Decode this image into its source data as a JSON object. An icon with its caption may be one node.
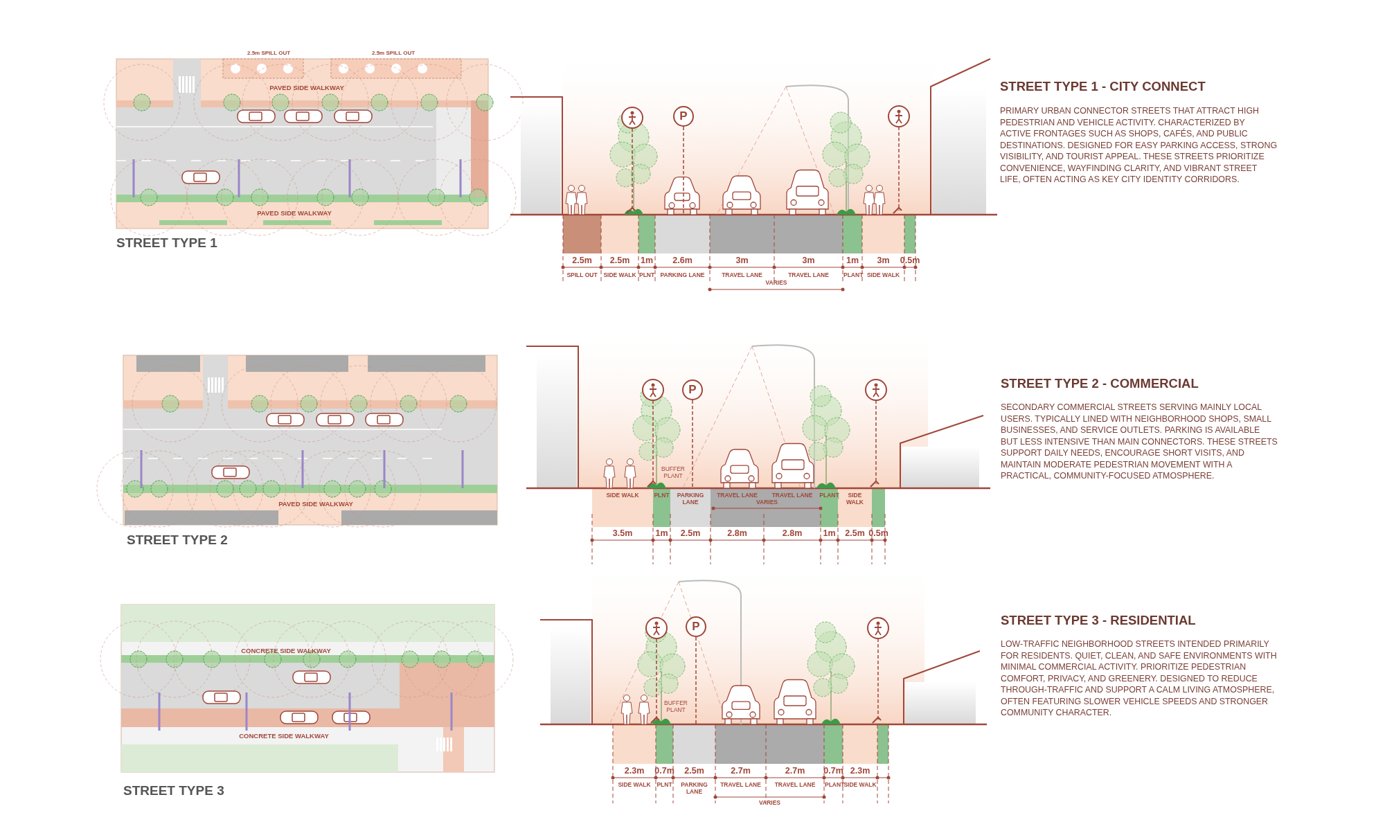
{
  "diagram": {
    "labels": [
      "2.5m SPILL OUT",
      "2.5m SPILL OUT",
      "PAVED SIDE WALKWAY",
      "PAVED SIDE WALKWAY",
      "STREET TYPE 1",
      "P",
      "2.5m",
      "2.5m",
      "1m",
      "2.6m",
      "3m",
      "3m",
      "1m",
      "3m",
      "0.5m",
      "SPILL OUT",
      "SIDE WALK",
      "PLNT",
      "PARKING LANE",
      "TRAVEL LANE",
      "TRAVEL LANE",
      "PLANT",
      "SIDE WALK",
      "VARIES",
      "STREET TYPE 1 - CITY CONNECT",
      "PRIMARY URBAN CONNECTOR STREETS THAT ATTRACT HIGH PEDESTRIAN AND VEHICLE ACTIVITY. CHARACTERIZED BY ACTIVE FRONTAGES SUCH AS SHOPS, CAFÉS, AND PUBLIC DESTINATIONS. DESIGNED FOR EASY PARKING ACCESS, STRONG VISIBILITY, AND TOURIST APPEAL. THESE STREETS PRIORITIZE CONVENIENCE, WAYFINDING CLARITY, AND VIBRANT STREET LIFE, OFTEN ACTING AS KEY CITY IDENTITY CORRIDORS.",
      "PAVED SIDE WALKWAY",
      "STREET TYPE 2",
      "P",
      "BUFFER PLANT",
      "SIDE WALK",
      "PLNT",
      "PARKING LANE",
      "TRAVEL LANE",
      "TRAVEL LANE",
      "PLANT",
      "SIDE WALK",
      "VARIES",
      "3.5m",
      "1m",
      "2.5m",
      "2.8m",
      "2.8m",
      "1m",
      "2.5m",
      "0.5m",
      "STREET TYPE 2 - COMMERCIAL",
      "SECONDARY COMMERCIAL STREETS SERVING MAINLY LOCAL USERS. TYPICALLY LINED WITH NEIGHBORHOOD SHOPS, SMALL BUSINESSES, AND SERVICE OUTLETS. PARKING IS AVAILABLE BUT LESS INTENSIVE THAN MAIN CONNECTORS. THESE STREETS SUPPORT DAILY NEEDS, ENCOURAGE SHORT VISITS, AND MAINTAIN MODERATE PEDESTRIAN MOVEMENT WITH A PRACTICAL, COMMUNITY-FOCUSED ATMOSPHERE.",
      "CONCRETE SIDE WALKWAY",
      "CONCRETE SIDE WALKWAY",
      "STREET TYPE 3",
      "P",
      "BUFFER PLANT",
      "2.3m",
      "0.7m",
      "2.5m",
      "2.7m",
      "2.7m",
      "0.7m",
      "2.3m",
      "SIDE WALK",
      "PLNT",
      "PARKING LANE",
      "TRAVEL LANE",
      "TRAVEL LANE",
      "PLANT",
      "SIDE WALK",
      "VARIES",
      "STREET TYPE 3 - RESIDENTIAL",
      "LOW-TRAFFIC NEIGHBORHOOD STREETS INTENDED PRIMARILY FOR RESIDENTS. QUIET, CLEAN, AND SAFE ENVIRONMENTS WITH MINIMAL COMMERCIAL ACTIVITY. PRIORITIZE PEDESTRIAN COMFORT, PRIVACY, AND GREENERY. DESIGNED TO REDUCE THROUGH-TRAFFIC AND SUPPORT A CALM LIVING ATMOSPHERE, OFTEN FEATURING SLOWER VEHICLE SPEEDS AND STRONGER COMMUNITY CHARACTER."
    ]
  }
}
